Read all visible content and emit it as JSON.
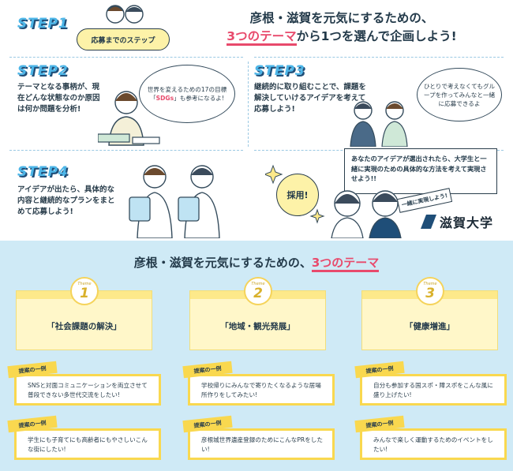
{
  "header": {
    "title_line1": "彦根・滋賀を元気にするための、",
    "title_red": "3つのテーマ",
    "title_line2_rest": "から1つを選んで企画しよう!",
    "badge": "応募までのステップ"
  },
  "steps": [
    {
      "label": "STEP1"
    },
    {
      "label": "STEP2",
      "text": "テーマとなる事柄が、現在どんな状態なのか原因は何か問題を分析!",
      "bubble_a": "世界を変えるための17の目標「",
      "bubble_sdgs": "SDGs",
      "bubble_b": "」も参考になるよ!"
    },
    {
      "label": "STEP3",
      "text": "継続的に取り組むことで、課題を解決していけるアイデアを考えて応募しよう!",
      "bubble": "ひとりで考えなくてもグループを作ってみんなと一緒に応募できるよ"
    },
    {
      "label": "STEP4",
      "text": "アイデアが出たら、具体的な内容と継続的なプランをまとめて応募しよう!"
    }
  ],
  "adopt": {
    "text": "あなたのアイデアが選出されたら、大学生と一緒に実現のための具体的な方法を考えて実現させよう!!",
    "circle": "採用!",
    "together": "一緒に実現しよう!",
    "university": "滋賀大学"
  },
  "themes_section": {
    "title_prefix": "彦根・滋賀を元気にするための、",
    "title_red": "3つのテーマ",
    "medal_label": "Theme",
    "example_label": "提案の一例",
    "themes": [
      {
        "num": "1",
        "name": "「社会課題の解決」",
        "examples": [
          "SNSと対面コミュニケーションを両立させて普段できない多世代交流をしたい!",
          "学生にも子育てにも高齢者にもやさしいこんな街にしたい!"
        ]
      },
      {
        "num": "2",
        "name": "「地域・観光発展」",
        "examples": [
          "学校帰りにみんなで寄りたくなるような居場所作りをしてみたい!",
          "彦根城世界遺産登録のためにこんなPRをしたい!"
        ]
      },
      {
        "num": "3",
        "name": "「健康増進」",
        "examples": [
          "自分も参加する国スポ・障スポをこんな風に盛り上げたい!",
          "みんなで楽しく運動するためのイベントをしたい!"
        ]
      }
    ]
  },
  "colors": {
    "bg": "#cfeaf6",
    "accent_blue": "#4db6e8",
    "accent_red": "#e84a6c",
    "theme_yellow": "#f9d84f"
  }
}
